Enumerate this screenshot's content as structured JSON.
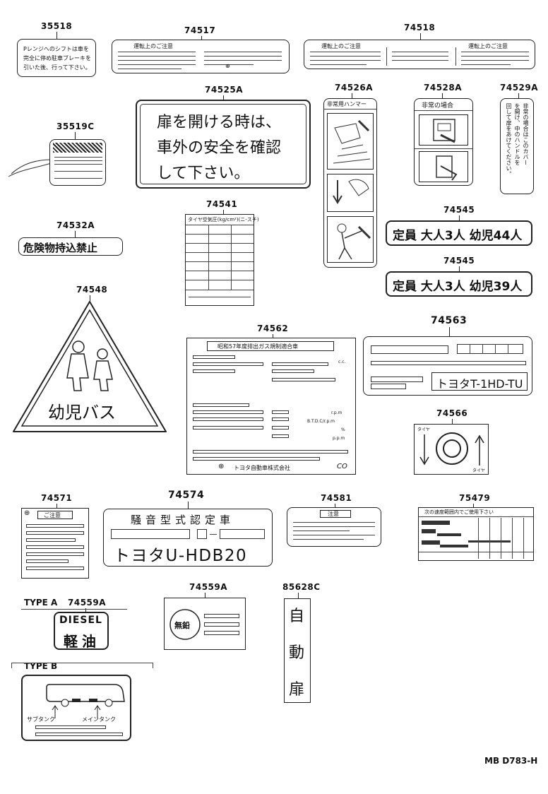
{
  "part_numbers": {
    "p35518": "35518",
    "p74517": "74517",
    "p74518": "74518",
    "p35519c": "35519C",
    "p74525a": "74525A",
    "p74526a": "74526A",
    "p74528a": "74528A",
    "p74529a": "74529A",
    "p74532a": "74532A",
    "p74541": "74541",
    "p74545a": "74545",
    "p74545b": "74545",
    "p74548": "74548",
    "p74562": "74562",
    "p74563": "74563",
    "p74566": "74566",
    "p74571": "74571",
    "p74574": "74574",
    "p74581": "74581",
    "p75479": "75479",
    "p74559a_1": "74559A",
    "p74559a_2": "74559A",
    "p85628c": "85628C"
  },
  "labels": {
    "shift_note": [
      "Pレンジへのシフトは車を",
      "完全に停め駐車ブレーキを",
      "引いた後、行って下さい。"
    ],
    "drive_note_title": "運転上のご注意",
    "drive_note_title2": "運転上のご注意",
    "door_warning": [
      "扉を開ける時は、",
      "車外の安全を確認",
      "して下さい。"
    ],
    "hammer_title": "非常用ハンマー",
    "emergency_title": "非常の場合",
    "emergency_vertical": [
      "非常の場合はこのカバー",
      "を開け、中のハンドルを",
      "回して扉をあけてください。"
    ],
    "no_hazmat": "危険物持込禁止",
    "tire_title": "タイヤ空気圧(kg/cm²)(ニ-スチ)",
    "capacity_44": "定員 大人3人 幼児44人",
    "capacity_39": "定員 大人3人 幼児39人",
    "kids_bus": "幼児バス",
    "emission_title": "昭和57年度排出ガス規制適合車",
    "emission_units": [
      "c.c.",
      "r.p.m",
      "B.T.D.C/r.p.m",
      "%",
      "p.p.m"
    ],
    "maker": "トヨタ自動車株式会社",
    "co_mark": "CO",
    "model_plate_1": "トヨタT-1HD-TU",
    "caution": "ご注意",
    "noise_title": "騒音型式認定車",
    "model_plate_2": "トヨタU-HDB20",
    "chui": "注意",
    "speed_title": "次の速度範囲内でご使用下さい",
    "type_a": "TYPE A",
    "type_b": "TYPE B",
    "diesel": "DIESEL",
    "keiyu": "軽油",
    "unleaded": "無鉛",
    "auto_door": [
      "自",
      "動",
      "扉"
    ],
    "sub_tank": "サブタンク",
    "main_tank": "メインタンク",
    "tire_small": "タイヤ",
    "diagram_code": "MB D783-H"
  }
}
